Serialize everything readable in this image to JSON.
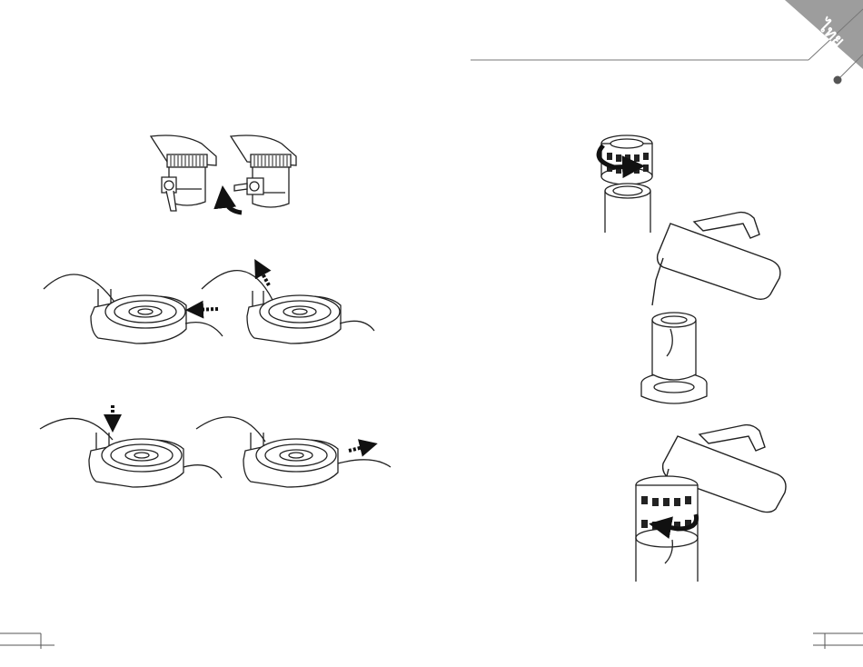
{
  "language_tab": {
    "label": "ไทย",
    "color": "#9a9a9a"
  },
  "steps_left": [
    {
      "step": "faucet-lever-rotate"
    },
    {
      "step": "hose-attach-and-lift"
    },
    {
      "step": "hose-insert-and-flow"
    }
  ],
  "steps_right": [
    {
      "step": "unscrew-cartridge-cap"
    },
    {
      "step": "pour-water-into-housing"
    },
    {
      "step": "pour-and-rotate-cartridge"
    }
  ]
}
